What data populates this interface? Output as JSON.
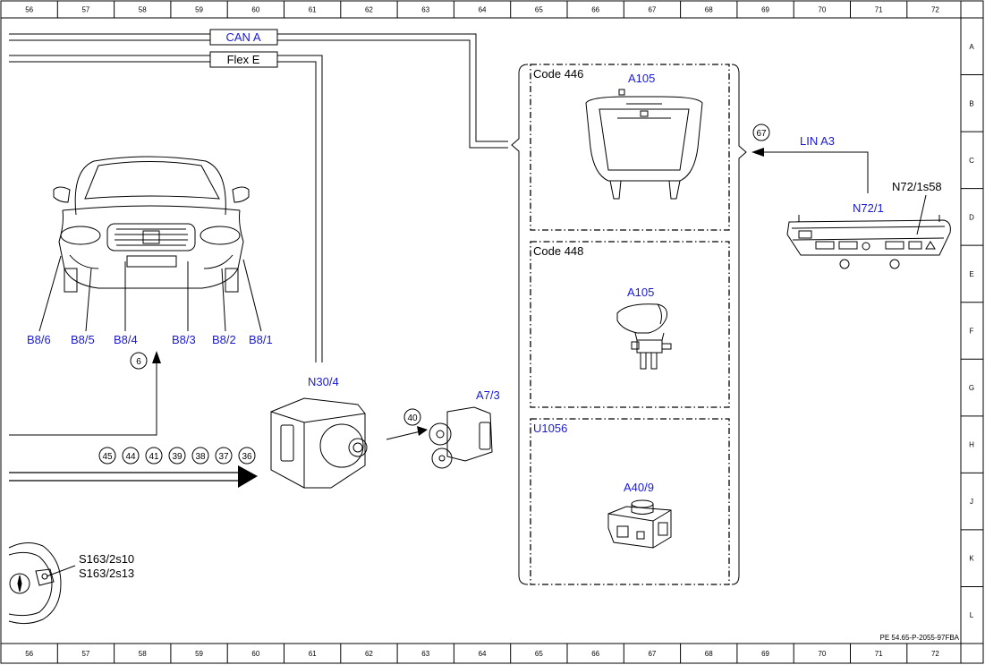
{
  "grid": {
    "columns": [
      "56",
      "57",
      "58",
      "59",
      "60",
      "61",
      "62",
      "63",
      "64",
      "65",
      "66",
      "67",
      "68",
      "69",
      "70",
      "71",
      "72"
    ],
    "rows": [
      "A",
      "B",
      "C",
      "D",
      "E",
      "F",
      "G",
      "H",
      "J",
      "K",
      "L"
    ]
  },
  "buses": {
    "can_a": "CAN A",
    "flex_e": "Flex E",
    "lin_a3": "LIN A3"
  },
  "car": {
    "sensors": [
      "B8/6",
      "B8/5",
      "B8/4",
      "B8/3",
      "B8/2",
      "B8/1"
    ]
  },
  "components": {
    "n30_4": "N30/4",
    "a7_3": "A7/3",
    "a105_top": "A105",
    "a105_mid": "A105",
    "a40_9": "A40/9",
    "n72_1": "N72/1",
    "n72_1s58": "N72/1s58",
    "s163_2s10": "S163/2s10",
    "s163_2s13": "S163/2s13"
  },
  "codes": {
    "code446": "Code 446",
    "code448": "Code 448",
    "u1056": "U1056"
  },
  "refs": {
    "r6": "6",
    "r40": "40",
    "r67": "67",
    "bus_refs": [
      "45",
      "44",
      "41",
      "39",
      "38",
      "37",
      "36"
    ]
  },
  "footer": "PE 54.65-P-2055-97FBA"
}
